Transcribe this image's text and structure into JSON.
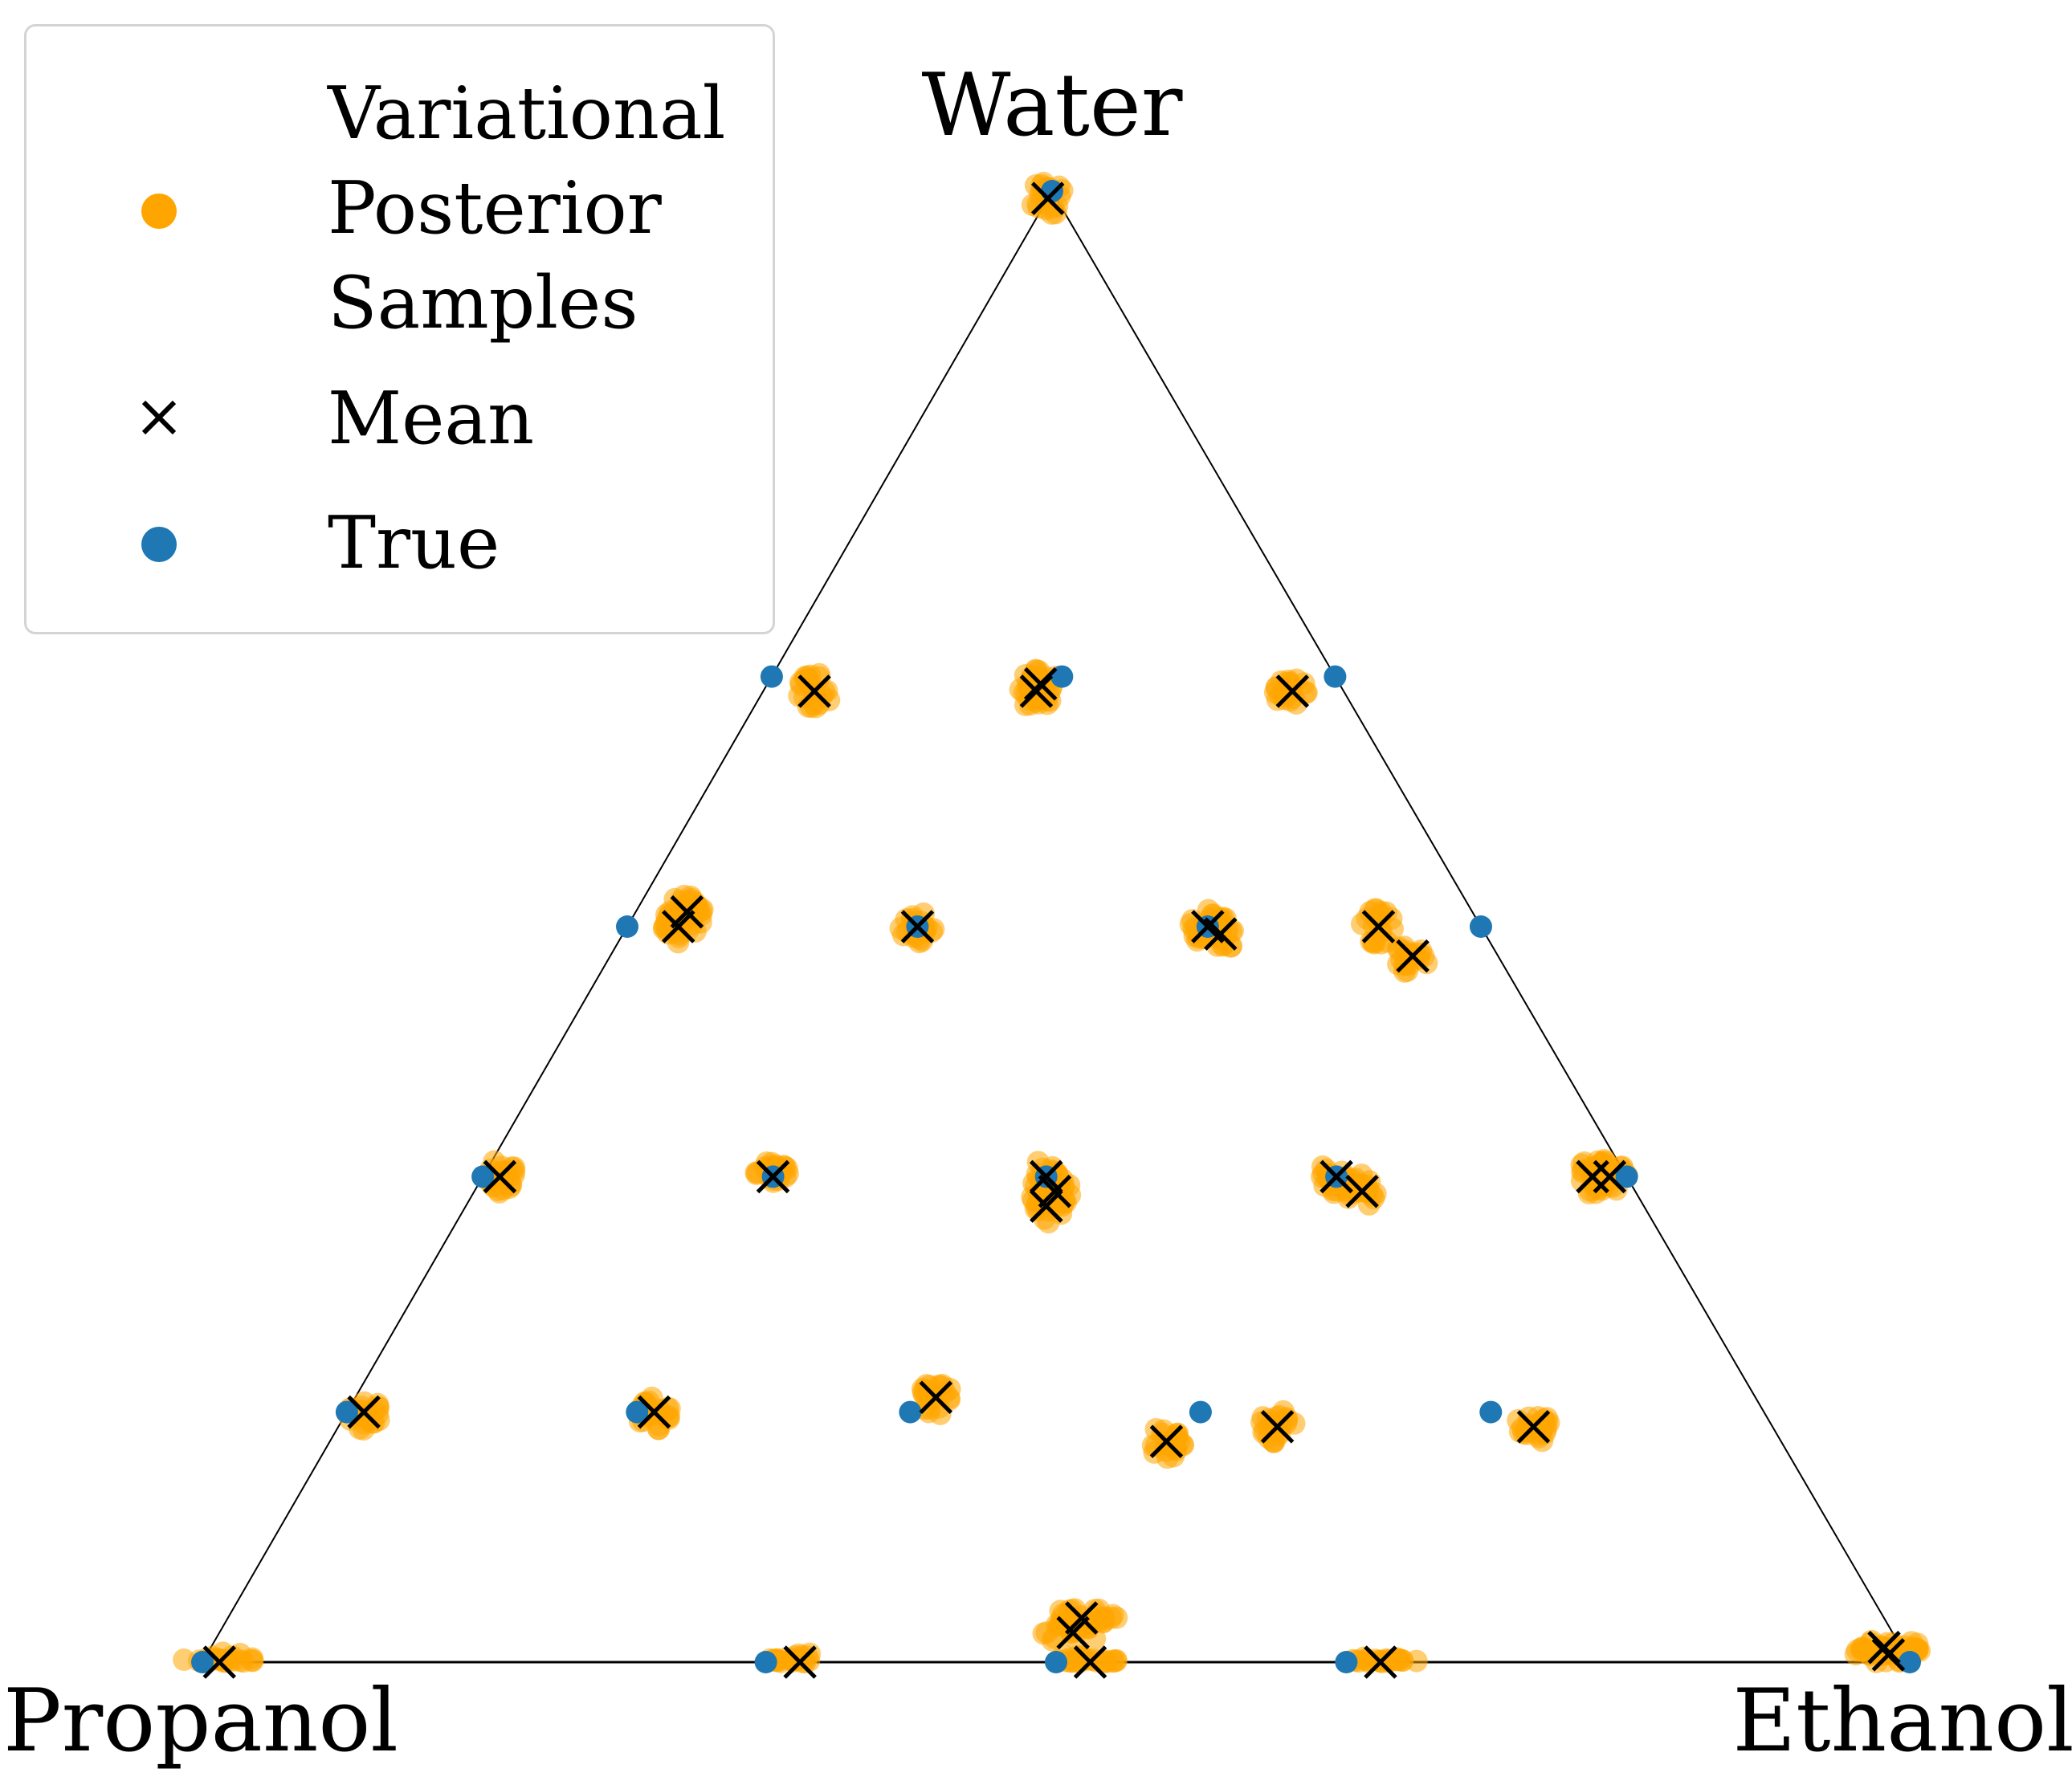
{
  "chart_data": {
    "type": "scatter",
    "subtype": "ternary",
    "vertex_labels": {
      "top": "Water",
      "left": "Propanol",
      "right": "Ethanol"
    },
    "coordinate_order": [
      "Water",
      "Ethanol",
      "Propanol"
    ],
    "legend": {
      "placement": "upper-left",
      "entries": [
        {
          "label": "Variational Posterior Samples",
          "marker": "circle",
          "color": "#FFA500"
        },
        {
          "label": "Mean",
          "marker": "x",
          "color": "#000000"
        },
        {
          "label": "True",
          "marker": "circle",
          "color": "#1F77B4"
        }
      ]
    },
    "colors": {
      "posterior": "#FFA500",
      "mean": "#000000",
      "true": "#1F77B4",
      "frame": "#000000"
    },
    "true_points": [
      [
        1.0,
        0.0,
        0.0
      ],
      [
        0.67,
        0.33,
        0.0
      ],
      [
        0.67,
        0.0,
        0.33
      ],
      [
        0.67,
        0.17,
        0.16
      ],
      [
        0.5,
        0.5,
        0.0
      ],
      [
        0.5,
        0.0,
        0.5
      ],
      [
        0.5,
        0.17,
        0.33
      ],
      [
        0.5,
        0.34,
        0.16
      ],
      [
        0.33,
        0.67,
        0.0
      ],
      [
        0.33,
        0.0,
        0.67
      ],
      [
        0.33,
        0.17,
        0.5
      ],
      [
        0.33,
        0.5,
        0.17
      ],
      [
        0.33,
        0.33,
        0.34
      ],
      [
        0.17,
        0.17,
        0.66
      ],
      [
        0.17,
        0.33,
        0.5
      ],
      [
        0.17,
        0.5,
        0.33
      ],
      [
        0.17,
        0.67,
        0.16
      ],
      [
        0.17,
        0.0,
        0.83
      ],
      [
        0.0,
        1.0,
        0.0
      ],
      [
        0.0,
        0.0,
        1.0
      ],
      [
        0.0,
        0.5,
        0.5
      ],
      [
        0.0,
        0.33,
        0.67
      ],
      [
        0.0,
        0.67,
        0.33
      ]
    ],
    "mean_points": [
      [
        0.995,
        0.0,
        0.005
      ],
      [
        0.66,
        0.31,
        0.03
      ],
      [
        0.66,
        0.03,
        0.31
      ],
      [
        0.66,
        0.16,
        0.18
      ],
      [
        0.665,
        0.16,
        0.175
      ],
      [
        0.5,
        0.44,
        0.06
      ],
      [
        0.5,
        0.03,
        0.47
      ],
      [
        0.51,
        0.03,
        0.46
      ],
      [
        0.5,
        0.17,
        0.33
      ],
      [
        0.5,
        0.34,
        0.16
      ],
      [
        0.495,
        0.35,
        0.155
      ],
      [
        0.48,
        0.47,
        0.05
      ],
      [
        0.33,
        0.65,
        0.02
      ],
      [
        0.33,
        0.66,
        0.01
      ],
      [
        0.33,
        0.01,
        0.66
      ],
      [
        0.33,
        0.17,
        0.5
      ],
      [
        0.33,
        0.5,
        0.17
      ],
      [
        0.32,
        0.52,
        0.16
      ],
      [
        0.33,
        0.33,
        0.34
      ],
      [
        0.32,
        0.34,
        0.34
      ],
      [
        0.31,
        0.34,
        0.35
      ],
      [
        0.17,
        0.18,
        0.65
      ],
      [
        0.18,
        0.34,
        0.48
      ],
      [
        0.15,
        0.49,
        0.36
      ],
      [
        0.16,
        0.55,
        0.29
      ],
      [
        0.16,
        0.7,
        0.14
      ],
      [
        0.17,
        0.01,
        0.82
      ],
      [
        0.005,
        0.985,
        0.01
      ],
      [
        0.01,
        0.98,
        0.01
      ],
      [
        0.0,
        0.01,
        0.99
      ],
      [
        0.0,
        0.52,
        0.48
      ],
      [
        0.02,
        0.5,
        0.48
      ],
      [
        0.03,
        0.5,
        0.47
      ],
      [
        0.0,
        0.35,
        0.65
      ],
      [
        0.0,
        0.69,
        0.31
      ]
    ],
    "title": "",
    "xlabel": "",
    "ylabel": "",
    "grid": false
  }
}
